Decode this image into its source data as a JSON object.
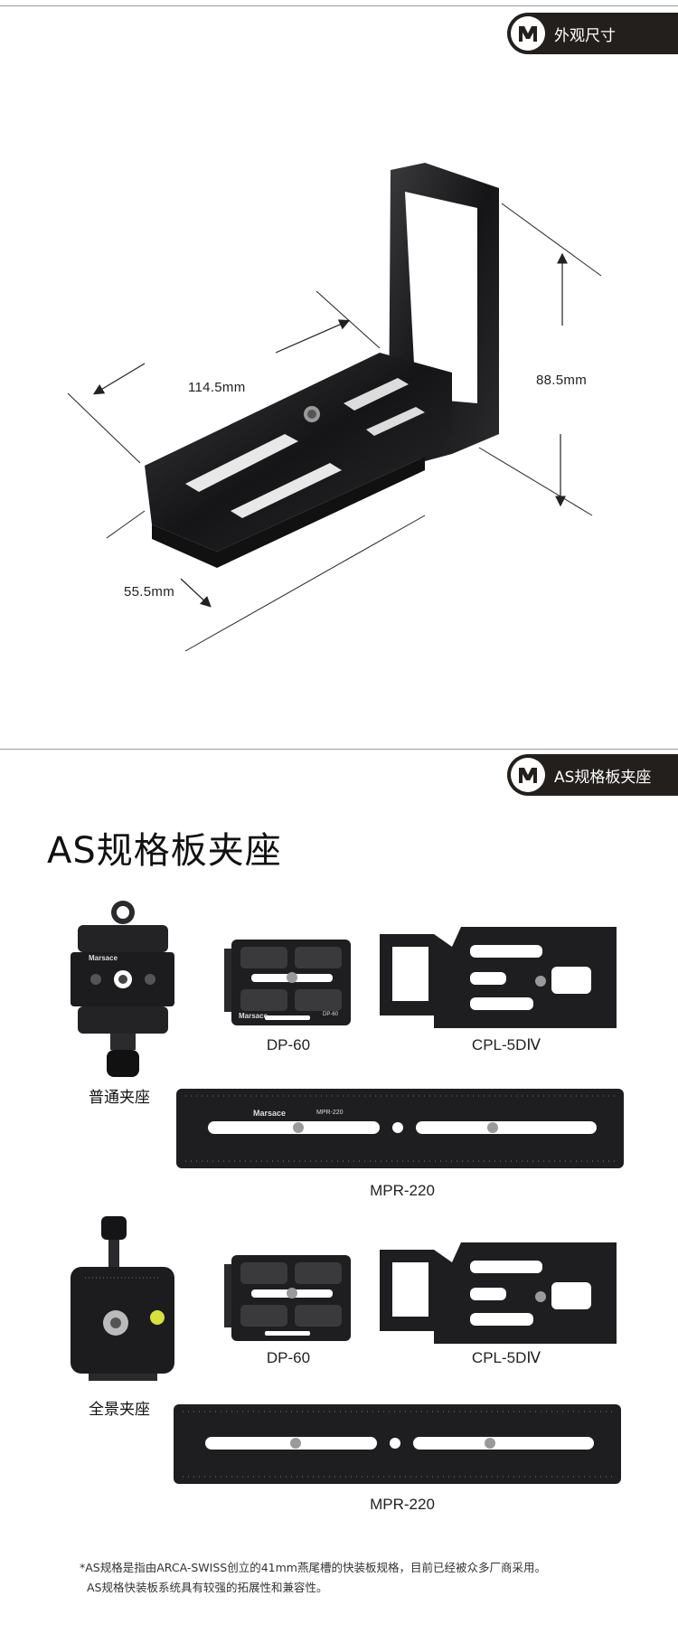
{
  "section1": {
    "tag_label": "外观尺寸",
    "dimensions": {
      "length": "114.5mm",
      "height": "88.5mm",
      "width": "55.5mm"
    }
  },
  "section2": {
    "tag_label": "AS规格板夹座",
    "title": "AS规格板夹座",
    "group1": {
      "clamp_label": "普通夹座",
      "plate1_label": "DP-60",
      "plate2_label": "CPL-5DⅣ",
      "rail_label": "MPR-220"
    },
    "group2": {
      "clamp_label": "全景夹座",
      "plate1_label": "DP-60",
      "plate2_label": "CPL-5DⅣ",
      "rail_label": "MPR-220"
    },
    "product_marks": {
      "brand": "Marsace",
      "dp": "DP-60",
      "mpr": "MPR-220"
    },
    "note_line1": "*AS规格是指由ARCA-SWISS创立的41mm燕尾槽的快装板规格，目前已经被众多厂商采用。",
    "note_line2": "AS规格快装板系统具有较强的拓展性和兼容性。"
  },
  "colors": {
    "tag_bg": "#231f1c",
    "metal": "#1c1c1e",
    "rule": "#9a9a9a"
  }
}
